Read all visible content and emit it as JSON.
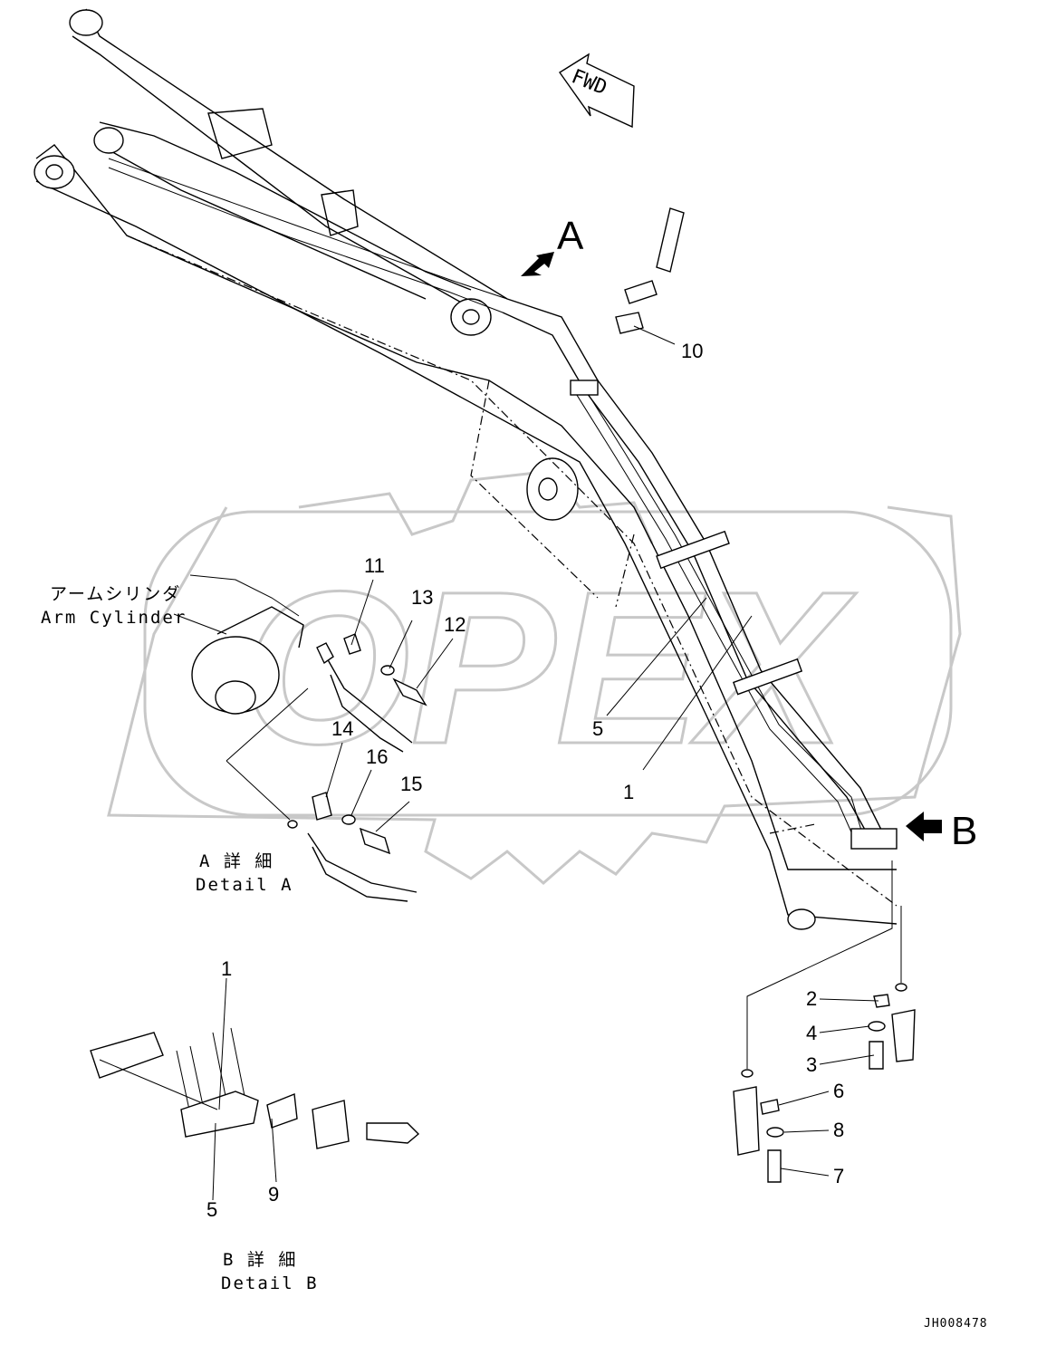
{
  "view_markers": {
    "a": "A",
    "b": "B"
  },
  "fwd_label": "FWD",
  "arm_cylinder": {
    "jp": "アームシリンダ",
    "en": "Arm Cylinder"
  },
  "detail_a": {
    "jp": "A 詳 細",
    "en": "Detail A"
  },
  "detail_b": {
    "jp": "B 詳 細",
    "en": "Detail B"
  },
  "drawing_code": "JH008478",
  "watermark_text": "OPEX",
  "callouts": {
    "c1_main": "1",
    "c5_main": "5",
    "c10": "10",
    "c11": "11",
    "c12": "12",
    "c13": "13",
    "c14": "14",
    "c15": "15",
    "c16": "16",
    "c2": "2",
    "c3": "3",
    "c4": "4",
    "c6": "6",
    "c7": "7",
    "c8": "8",
    "c1_detail": "1",
    "c5_detail": "5",
    "c9": "9"
  },
  "colors": {
    "line": "#000000",
    "watermark": "#c8c8c8",
    "background": "#ffffff"
  }
}
